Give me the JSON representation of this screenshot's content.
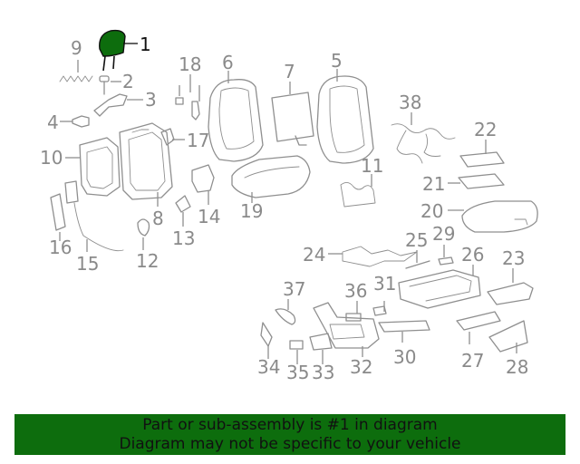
{
  "highlight_color": "#0d6d0d",
  "highlighted_part": "1",
  "callouts": [
    "1",
    "2",
    "3",
    "4",
    "5",
    "6",
    "7",
    "8",
    "9",
    "10",
    "11",
    "12",
    "13",
    "14",
    "15",
    "16",
    "17",
    "18",
    "19",
    "20",
    "21",
    "22",
    "23",
    "24",
    "25",
    "26",
    "27",
    "28",
    "29",
    "30",
    "31",
    "32",
    "33",
    "34",
    "35",
    "36",
    "37",
    "38"
  ],
  "banner": {
    "line1": "Part or sub-assembly is #1 in diagram",
    "line2": "Diagram may not be specific to your vehicle"
  }
}
